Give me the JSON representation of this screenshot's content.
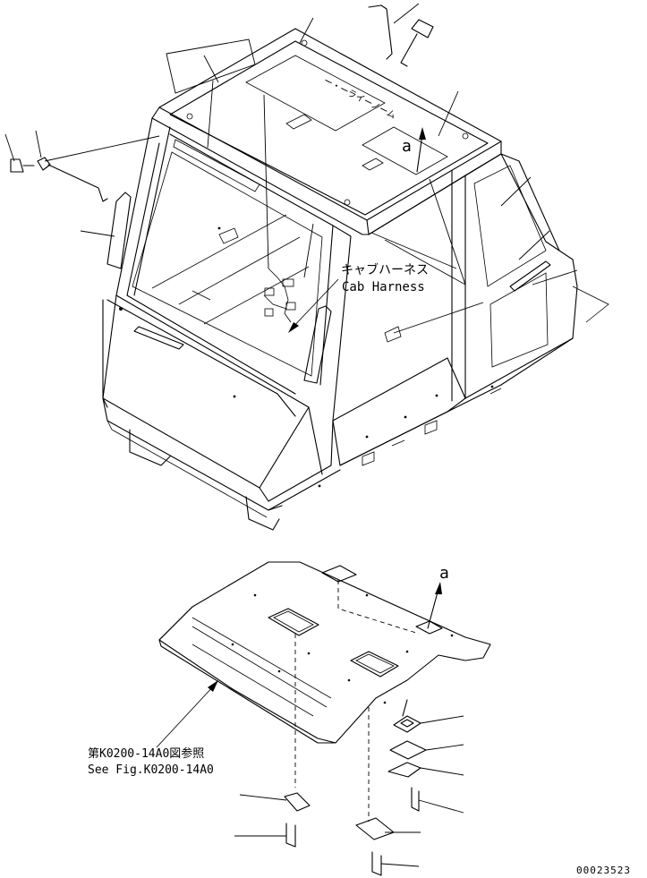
{
  "labels": {
    "harness_jp": "キャブハーネス",
    "harness_en": "Cab Harness",
    "ref_jp": "第K0200-14A0図参照",
    "ref_en": "See Fig.K0200-14A0",
    "view_marker_top": "a",
    "view_marker_floor": "a",
    "drawing_number": "00023523",
    "roof_text": "ー・ーライーノーム"
  }
}
